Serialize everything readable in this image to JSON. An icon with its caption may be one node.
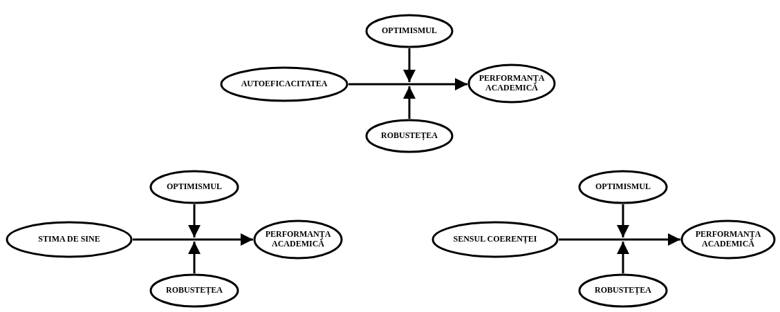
{
  "diagram": {
    "nodes": [
      {
        "text": [
          "OPTIMISMUL"
        ]
      },
      {
        "text": [
          "AUTOEFICACITATEA"
        ]
      },
      {
        "text": [
          "PERFORMANȚA ACADEMICĂ"
        ]
      },
      {
        "text": [
          "ROBUSTEȚEA"
        ]
      },
      {
        "text": [
          "OPTIMISMUL"
        ]
      },
      {
        "text": [
          "STIMA DE SINE"
        ]
      },
      {
        "text": [
          "PERFORMANȚA ACADEMICĂ"
        ]
      },
      {
        "text": [
          "ROBUSTEȚEA"
        ]
      },
      {
        "text": [
          "OPTIMISMUL"
        ]
      },
      {
        "text": [
          "SENSUL COERENȚEI"
        ]
      },
      {
        "text": [
          "PERFORMANȚA ACADEMICĂ"
        ]
      },
      {
        "text": [
          "ROBUSTEȚEA"
        ]
      }
    ],
    "edges": [
      {
        "from": 1,
        "to": 2,
        "arrow": "to"
      },
      {
        "from": 0,
        "to": null,
        "arrow": "to"
      },
      {
        "from": 3,
        "to": null,
        "arrow": "to"
      },
      {
        "from": 5,
        "to": 6,
        "arrow": "to"
      },
      {
        "from": 4,
        "to": null,
        "arrow": "to"
      },
      {
        "from": 7,
        "to": null,
        "arrow": "to"
      },
      {
        "from": 9,
        "to": 10,
        "arrow": "to"
      },
      {
        "from": 8,
        "to": null,
        "arrow": "to"
      },
      {
        "from": 11,
        "to": null,
        "arrow": "to"
      }
    ]
  }
}
